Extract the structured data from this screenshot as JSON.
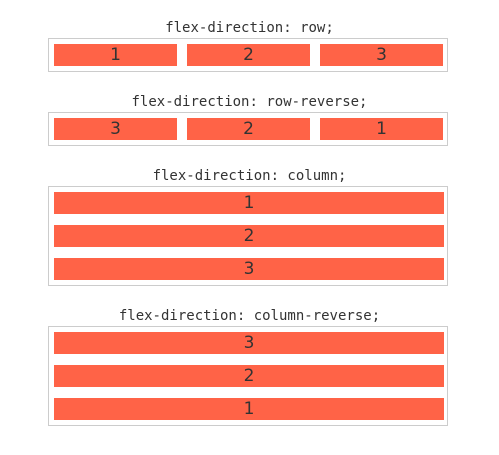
{
  "demos": [
    {
      "caption": "flex-direction: row;",
      "items": [
        "1",
        "2",
        "3"
      ]
    },
    {
      "caption": "flex-direction: row-reverse;",
      "items": [
        "3",
        "2",
        "1"
      ]
    },
    {
      "caption": "flex-direction: column;",
      "items": [
        "1",
        "2",
        "3"
      ]
    },
    {
      "caption": "flex-direction: column-reverse;",
      "items": [
        "3",
        "2",
        "1"
      ]
    }
  ],
  "colors": {
    "item_background": "#ff6347",
    "container_border": "#cccccc",
    "text": "#333333"
  }
}
